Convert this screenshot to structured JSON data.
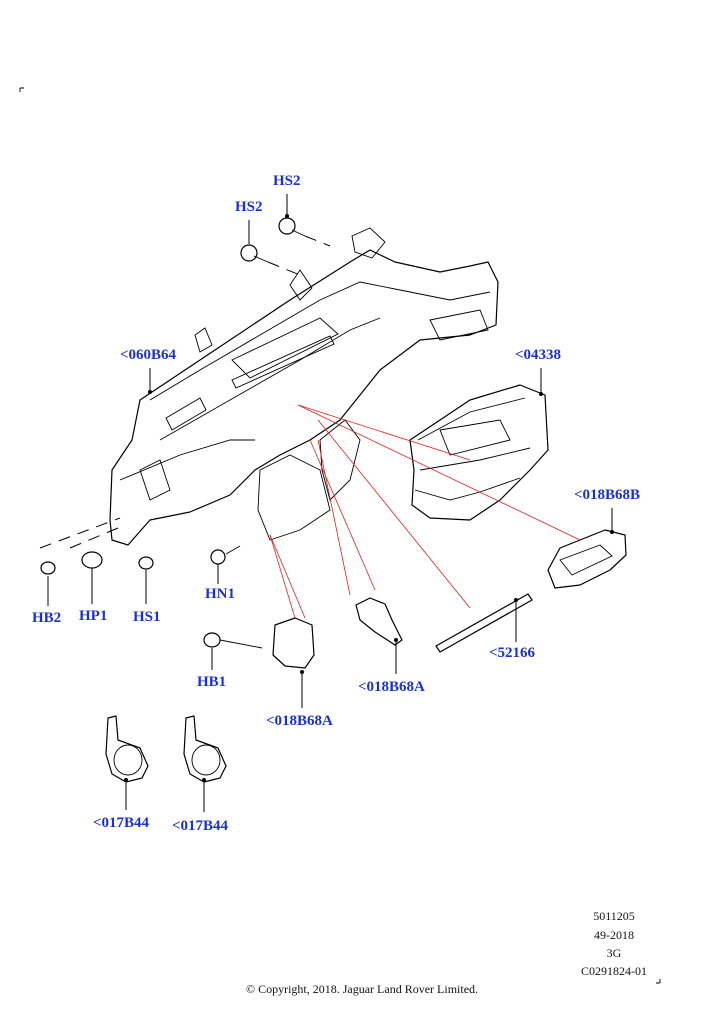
{
  "callouts": {
    "hs2_top": "HS2",
    "hs2_left": "HS2",
    "c060b64": "<060B64",
    "c04338": "<04338",
    "c018b68b": "<018B68B",
    "hb2": "HB2",
    "hp1": "HP1",
    "hs1": "HS1",
    "hn1": "HN1",
    "hb1": "HB1",
    "c018b68a_center": "<018B68A",
    "c018b68a_right": "<018B68A",
    "c52166": "<52166",
    "c017b44_left": "<017B44",
    "c017b44_right": "<017B44"
  },
  "meta": {
    "ref": "5011205",
    "date": "49-2018",
    "code": "3G",
    "drawing": "C0291824-01"
  },
  "copyright": "© Copyright, 2018. Jaguar Land Rover Limited.",
  "colors": {
    "callout": "#1a2fd6",
    "leader_red": "#e02020",
    "line": "#000000"
  }
}
